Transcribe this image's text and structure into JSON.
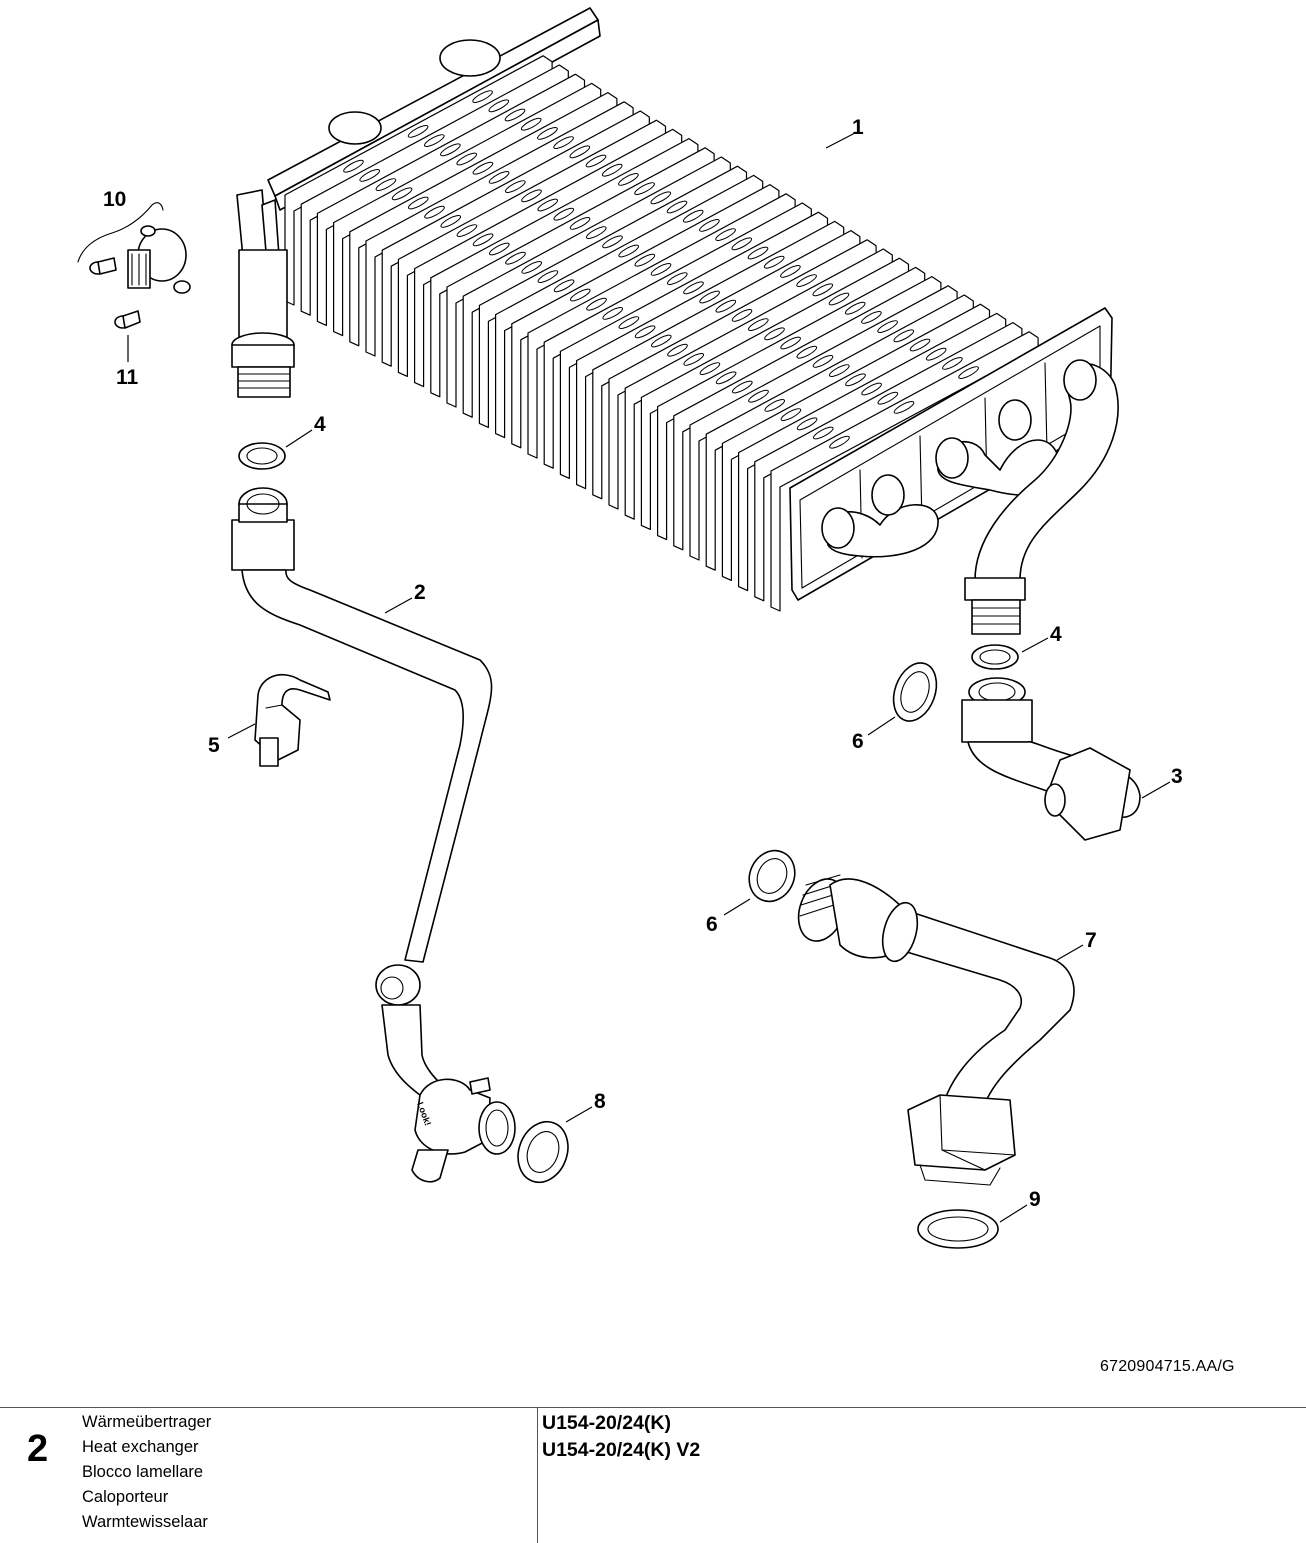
{
  "callouts": {
    "c1": "1",
    "c2": "2",
    "c3": "3",
    "c4a": "4",
    "c4b": "4",
    "c5": "5",
    "c6a": "6",
    "c6b": "6",
    "c7": "7",
    "c8": "8",
    "c9": "9",
    "c10": "10",
    "c11": "11"
  },
  "stamp_text": "Look!",
  "document_code": "6720904715.AA/G",
  "footer": {
    "figure_number": "2",
    "titles": [
      "Wärmeübertrager",
      "Heat exchanger",
      "Blocco lamellare",
      "Caloporteur",
      "Warmtewisselaar"
    ],
    "models": [
      "U154-20/24(K)",
      "U154-20/24(K) V2"
    ]
  },
  "colors": {
    "line": "#000000",
    "background": "#ffffff",
    "rule": "#555555"
  }
}
